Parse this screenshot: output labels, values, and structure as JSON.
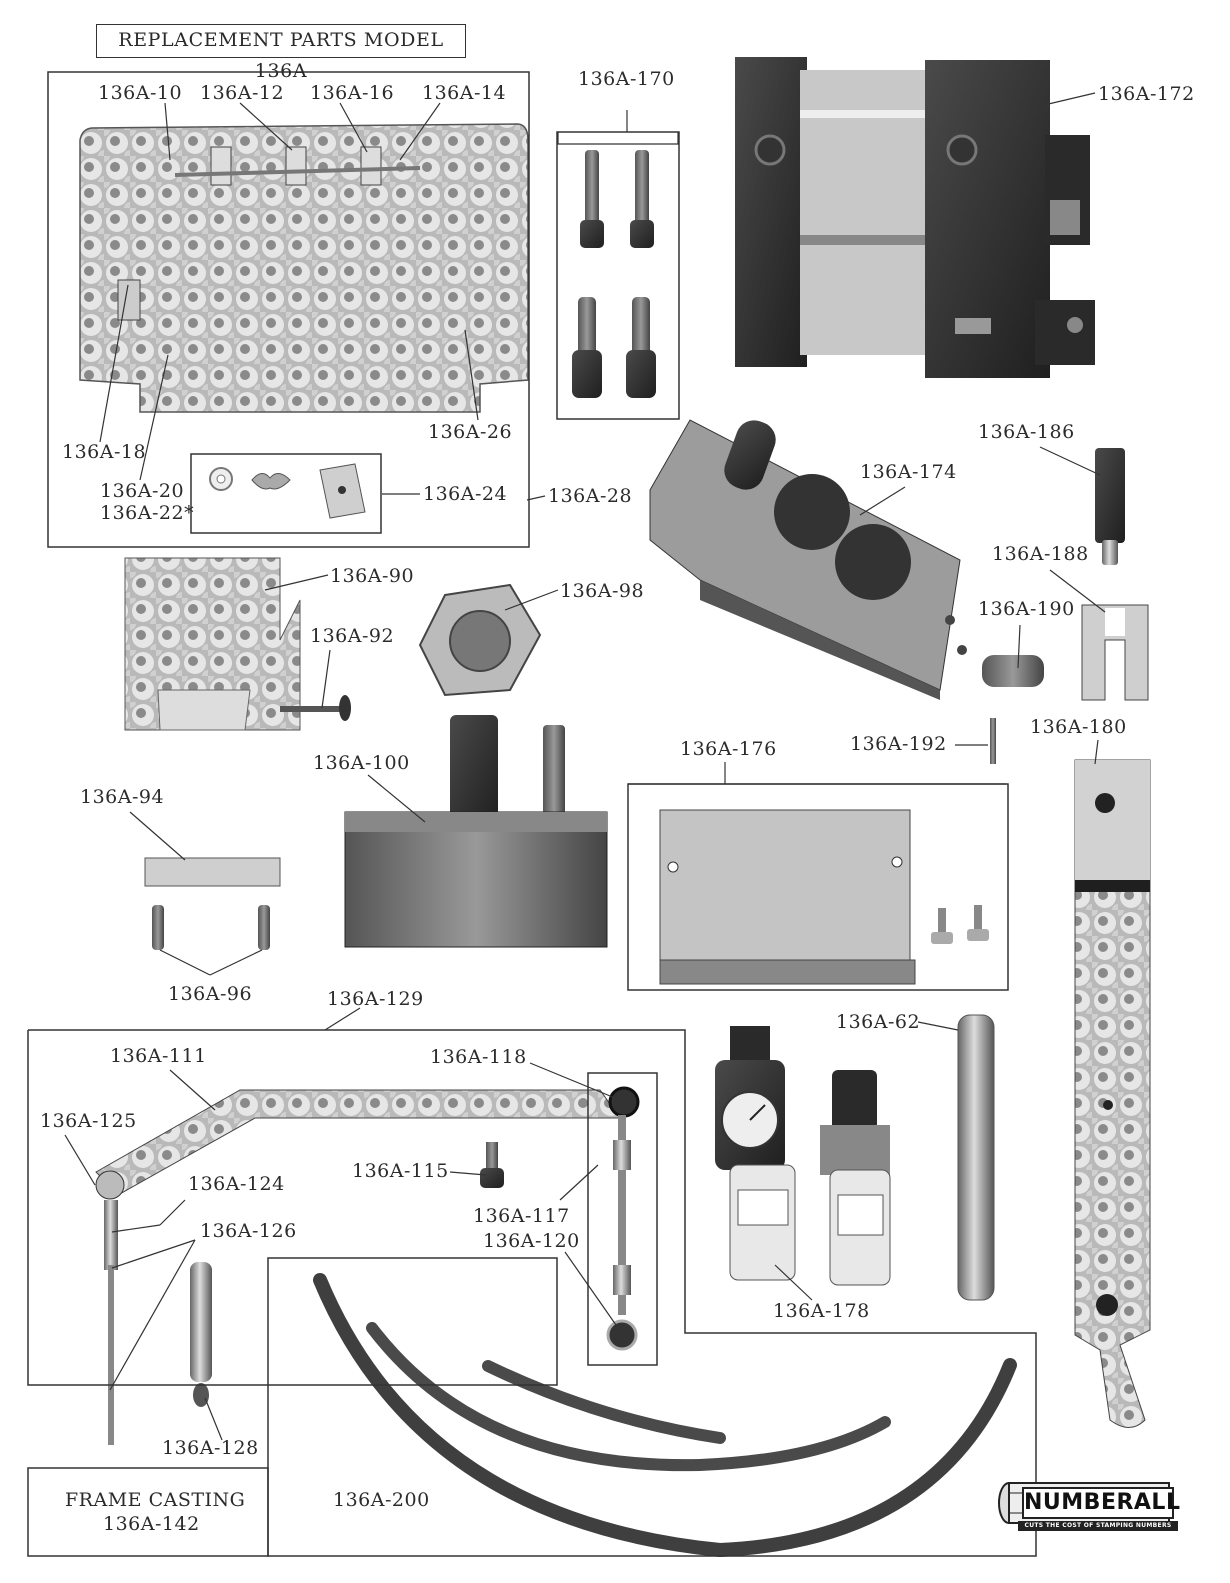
{
  "page": {
    "title": "REPLACEMENT PARTS MODEL 136A"
  },
  "labels": {
    "p10": "136A-10",
    "p12": "136A-12",
    "p16": "136A-16",
    "p14": "136A-14",
    "p18": "136A-18",
    "p20": "136A-20",
    "p22": "136A-22*",
    "p24": "136A-24",
    "p26": "136A-26",
    "p28": "136A-28",
    "p170": "136A-170",
    "p172": "136A-172",
    "p174": "136A-174",
    "p186": "136A-186",
    "p188": "136A-188",
    "p190": "136A-190",
    "p192": "136A-192",
    "p180": "136A-180",
    "p90": "136A-90",
    "p92": "136A-92",
    "p98": "136A-98",
    "p100": "136A-100",
    "p176": "136A-176",
    "p94": "136A-94",
    "p96": "136A-96",
    "p129": "136A-129",
    "p62": "136A-62",
    "p111": "136A-111",
    "p118": "136A-118",
    "p125": "136A-125",
    "p124": "136A-124",
    "p115": "136A-115",
    "p117": "136A-117",
    "p120": "136A-120",
    "p126": "136A-126",
    "p178": "136A-178",
    "p128": "136A-128",
    "frame_casting": "FRAME CASTING",
    "p142": "136A-142",
    "p200": "136A-200"
  },
  "logo": {
    "name": "NUMBERALL",
    "tagline": "CUTS THE COST OF STAMPING NUMBERS"
  }
}
